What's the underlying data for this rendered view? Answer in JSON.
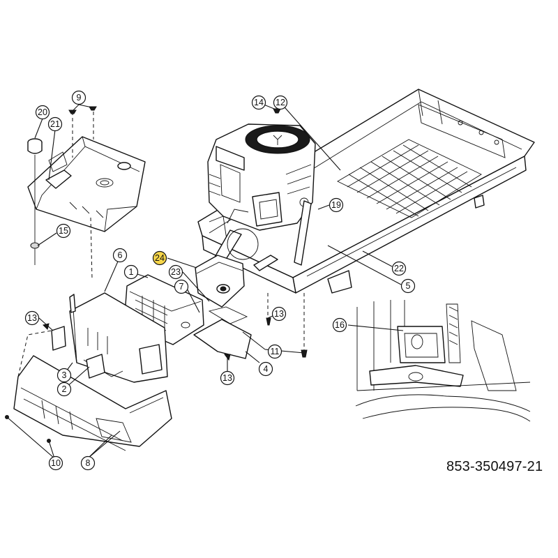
{
  "document_number": "853-350497-21",
  "highlight_color": "#f7d64a",
  "callouts": [
    {
      "label": "20",
      "highlighted": false
    },
    {
      "label": "9",
      "highlighted": false
    },
    {
      "label": "21",
      "highlighted": false
    },
    {
      "label": "15",
      "highlighted": false
    },
    {
      "label": "14",
      "highlighted": false
    },
    {
      "label": "12",
      "highlighted": false
    },
    {
      "label": "19",
      "highlighted": false
    },
    {
      "label": "22",
      "highlighted": false
    },
    {
      "label": "5",
      "highlighted": false
    },
    {
      "label": "24",
      "highlighted": true
    },
    {
      "label": "6",
      "highlighted": false
    },
    {
      "label": "1",
      "highlighted": false
    },
    {
      "label": "23",
      "highlighted": false
    },
    {
      "label": "7",
      "highlighted": false
    },
    {
      "label": "13",
      "highlighted": false
    },
    {
      "label": "13",
      "highlighted": false
    },
    {
      "label": "13",
      "highlighted": false
    },
    {
      "label": "11",
      "highlighted": false
    },
    {
      "label": "4",
      "highlighted": false
    },
    {
      "label": "3",
      "highlighted": false
    },
    {
      "label": "2",
      "highlighted": false
    },
    {
      "label": "10",
      "highlighted": false
    },
    {
      "label": "8",
      "highlighted": false
    },
    {
      "label": "16",
      "highlighted": false
    }
  ]
}
